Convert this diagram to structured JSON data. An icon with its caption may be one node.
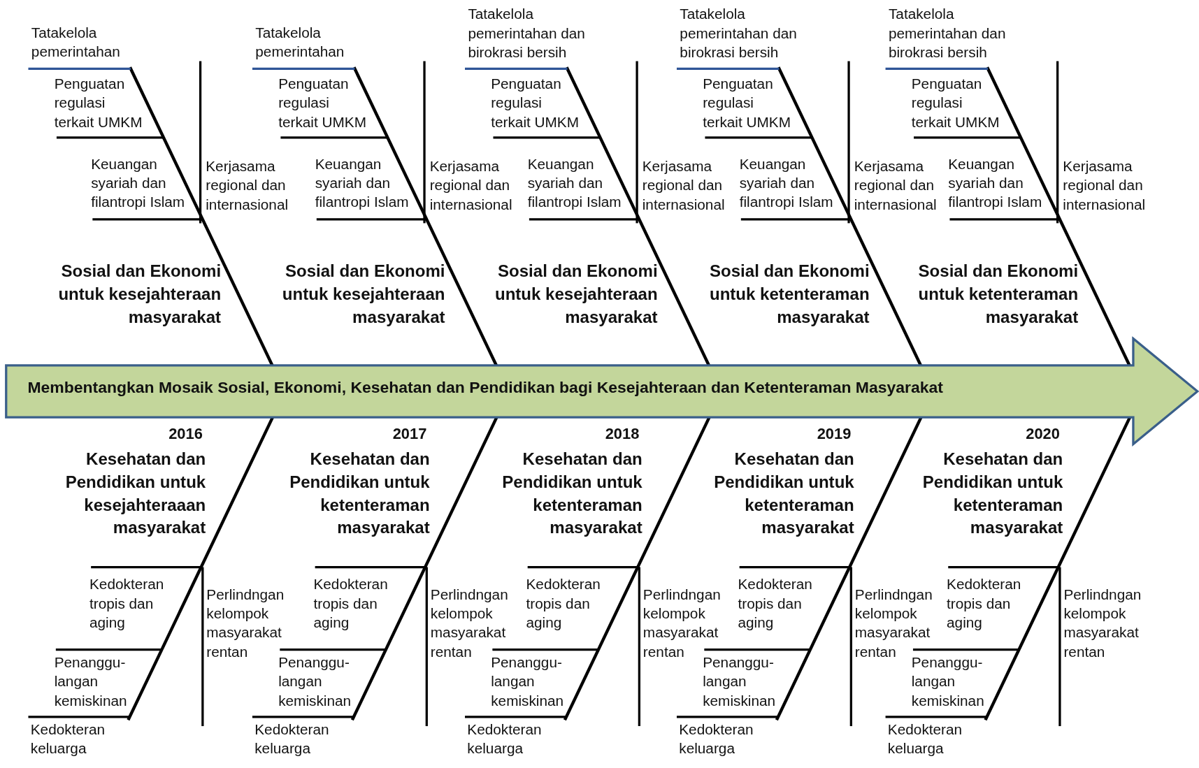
{
  "diagram": {
    "nodes": [
      {
        "text": [
          "Membentangkan Mosaik Sosial, Ekonomi, Kesehatan dan Pendidikan bagi Kesejahteraan dan Ketenteraman Masyarakat"
        ]
      }
    ],
    "labels": [
      "Tatakelola pemerintahan",
      "Penguatan regulasi terkait UMKM",
      "Kerjasama regional dan internasional",
      "Keuangan syariah dan filantropi Islam",
      "Sosial dan Ekonomi untuk kesejahteraan masyarakat",
      "Tatakelola pemerintahan",
      "Penguatan regulasi terkait UMKM",
      "Kerjasama regional dan internasional",
      "Keuangan syariah dan filantropi Islam",
      "Sosial dan Ekonomi untuk kesejahteraan masyarakat",
      "Tatakelola pemerintahan dan birokrasi bersih",
      "Penguatan regulasi terkait UMKM",
      "Kerjasama regional dan internasional",
      "Keuangan syariah dan filantropi Islam",
      "Sosial dan Ekonomi untuk kesejahteraan masyarakat",
      "Tatakelola pemerintahan dan birokrasi bersih",
      "Penguatan regulasi terkait UMKM",
      "Kerjasama regional dan internasional",
      "Keuangan syariah dan filantropi Islam",
      "Sosial dan Ekonomi untuk ketenteraman masyarakat",
      "Tatakelola pemerintahan dan birokrasi bersih",
      "Penguatan regulasi terkait UMKM",
      "Kerjasama regional dan internasional",
      "Keuangan syariah dan filantropi Islam",
      "Sosial dan Ekonomi untuk ketenteraman masyarakat",
      "2016",
      "Kesehatan dan Pendidikan untuk kesejahteraaan masyarakat",
      "Kedokteran tropis dan aging",
      "Perlindngan kelompok masyarakat rentan",
      "Penanggu- langan kemiskinan",
      "Kedokteran keluarga",
      "2017",
      "Kesehatan dan Pendidikan untuk ketenteraman masyarakat",
      "Kedokteran tropis dan aging",
      "Perlindngan kelompok masyarakat rentan",
      "Penanggu- langan kemiskinan",
      "Kedokteran keluarga",
      "2018",
      "Kesehatan dan Pendidikan untuk ketenteraman masyarakat",
      "Kedokteran tropis dan aging",
      "Perlindngan kelompok masyarakat rentan",
      "Penanggu- langan kemiskinan",
      "Kedokteran keluarga",
      "2019",
      "Kesehatan dan Pendidikan untuk ketenteraman masyarakat",
      "Kedokteran tropis dan aging",
      "Perlindngan kelompok masyarakat rentan",
      "Penanggu- langan kemiskinan",
      "Kedokteran keluarga",
      "2020",
      "Kesehatan dan Pendidikan untuk ketenteraman masyarakat",
      "Kedokteran tropis dan aging",
      "Perlindngan kelompok masyarakat rentan",
      "Penanggu- langan kemiskinan",
      "Kedokteran keluarga"
    ]
  }
}
